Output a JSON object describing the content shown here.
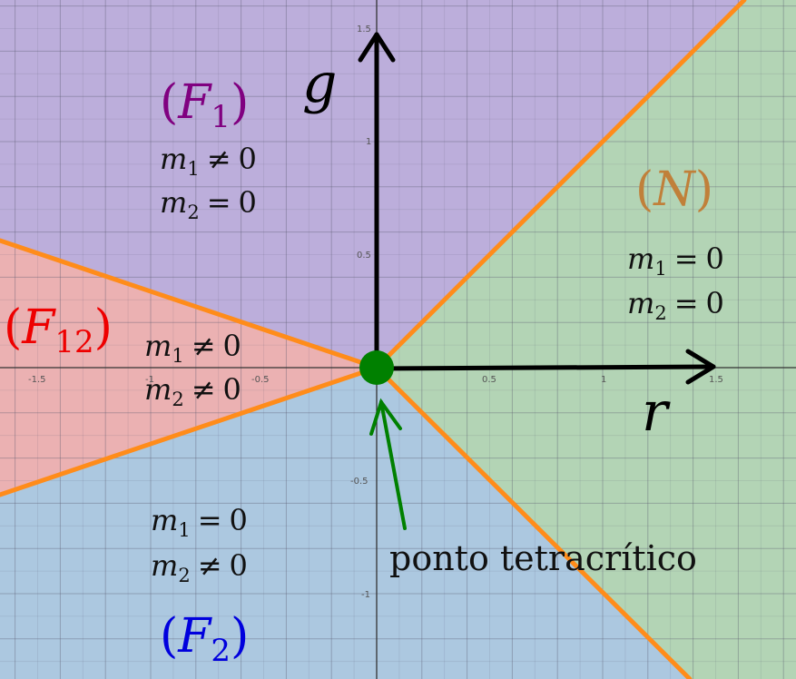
{
  "regions": {
    "F1": {
      "symbol": "F",
      "subscript": "1",
      "color": "#800080",
      "fill": "#bcaedb",
      "m1_rel": "≠",
      "m2_rel": "="
    },
    "N": {
      "symbol": "N",
      "subscript": "",
      "color": "#c0803a",
      "fill": "#b3d4b5",
      "m1_rel": "=",
      "m2_rel": "="
    },
    "F12": {
      "symbol": "F",
      "subscript": "12",
      "color": "#ee0000",
      "fill": "#ebb1b2",
      "m1_rel": "≠",
      "m2_rel": "≠"
    },
    "F2": {
      "symbol": "F",
      "subscript": "2",
      "color": "#0000dd",
      "fill": "#acc8e0",
      "m1_rel": "=",
      "m2_rel": "≠"
    }
  },
  "conditions": {
    "m": "m",
    "sub1": "1",
    "sub2": "2",
    "zero": "0"
  },
  "axes": {
    "x_name": "r",
    "y_name": "g",
    "x_ticks": [
      "-1.5",
      "-1",
      "-0.5",
      "0.5",
      "1",
      "1.5"
    ],
    "y_ticks": [
      "1.5",
      "1",
      "0.5",
      "-0.5",
      "-1"
    ],
    "x_tick_values": [
      -1.5,
      -1,
      -0.5,
      0.5,
      1,
      1.5
    ],
    "y_tick_values": [
      1.5,
      1,
      0.5,
      -0.5,
      -1
    ]
  },
  "annotation": {
    "label": "ponto tetracrítico",
    "color": "#008000"
  },
  "colors": {
    "boundary": "#ff8c1a",
    "axis": "#000000",
    "point": "#008000"
  }
}
